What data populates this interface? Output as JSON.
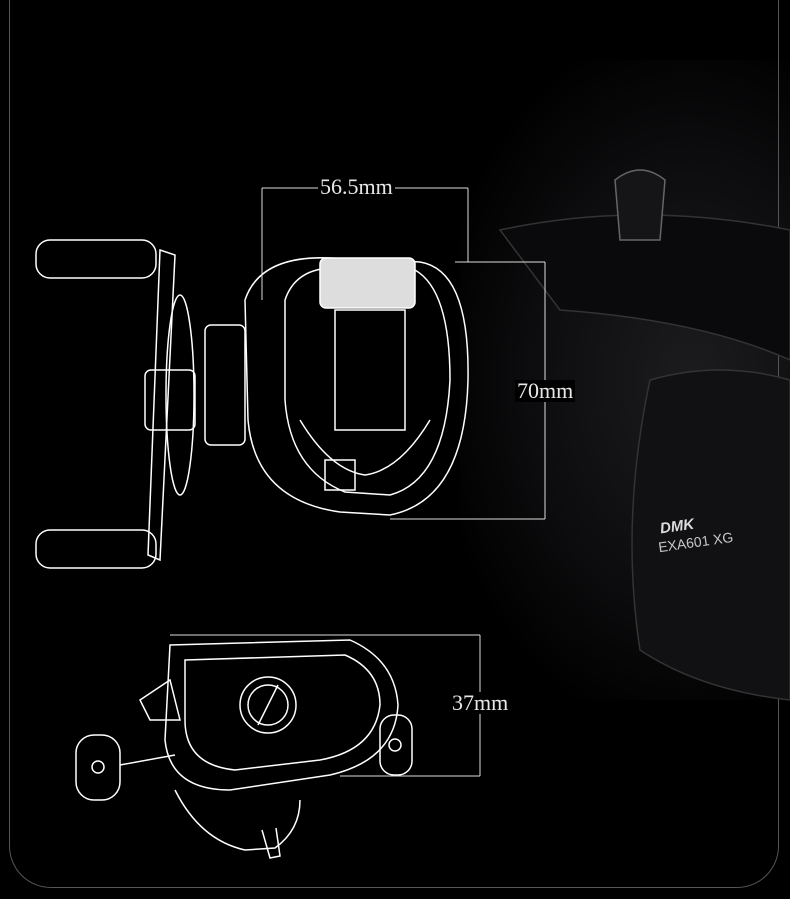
{
  "dimensions": {
    "width_label": "56.5mm",
    "height_label": "70mm",
    "depth_label": "37mm"
  },
  "product": {
    "brand_logo": "DMK",
    "model": "EXA601 XG"
  },
  "colors": {
    "background": "#000000",
    "line": "#ffffff",
    "frame": "#555555"
  }
}
